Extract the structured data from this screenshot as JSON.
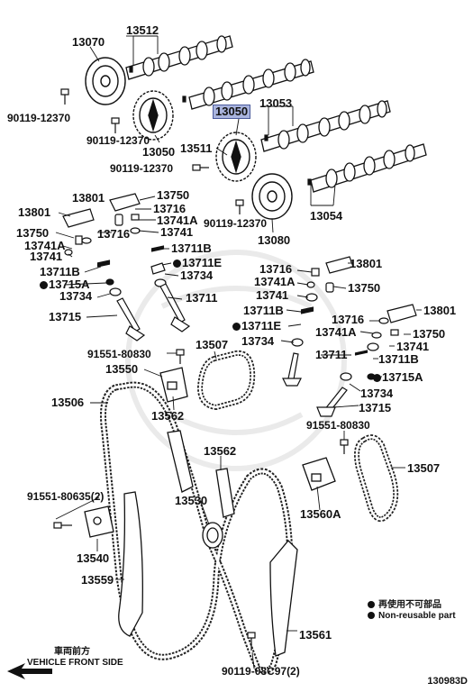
{
  "labels": {
    "p13070": "13070",
    "p13512": "13512",
    "p13050_hl": "13050",
    "p13053": "13053",
    "b90119_1": "90119-12370",
    "b90119_2": "90119-12370",
    "p13050_b": "13050",
    "p13511": "13511",
    "b90119_3": "90119-12370",
    "b90119_4": "90119-12370",
    "p13054": "13054",
    "p13080": "13080",
    "p13801_a": "13801",
    "p13750_a": "13750",
    "p13801_b": "13801",
    "p13716_a": "13716",
    "p13741A_a": "13741A",
    "p13750_b": "13750",
    "p13716_b": "13716",
    "p13741_a": "13741",
    "p13741A_b": "13741A",
    "p13741_b": "13741",
    "p13711B_a": "13711B",
    "p13711E_a": "13711E",
    "p13711B_b": "13711B",
    "p13734_a": "13734",
    "p13715A_a": "13715A",
    "p13734_b": "13734",
    "p13711_a": "13711",
    "p13715_a": "13715",
    "p13716_c": "13716",
    "p13801_c": "13801",
    "p13741A_c": "13741A",
    "p13750_c": "13750",
    "p13741_c": "13741",
    "p13711B_c": "13711B",
    "p13801_d": "13801",
    "p13711E_b": "13711E",
    "p13716_d": "13716",
    "p13741A_d": "13741A",
    "p13750_d": "13750",
    "p13734_c": "13734",
    "p13741_d": "13741",
    "p13711B_d": "13711B",
    "p13711_b": "13711",
    "p13715A_b": "13715A",
    "p13734_d": "13734",
    "p13715_b": "13715",
    "b91551_a": "91551-80830",
    "p13507_a": "13507",
    "p13550": "13550",
    "p13506": "13506",
    "p13562_a": "13562",
    "b91551_b": "91551-80830",
    "p13507_b": "13507",
    "p13562_b": "13562",
    "b91551_c": "91551-80635(2)",
    "p13530": "13530",
    "p13560A": "13560A",
    "p13540": "13540",
    "p13559": "13559",
    "p13561": "13561",
    "b90119_5": "90119-08C97(2)"
  },
  "legend": {
    "jp": "再使用不可部品",
    "en": "Non-reusable part"
  },
  "front": {
    "jp": "車両前方",
    "en": "VEHICLE FRONT SIDE"
  },
  "diagram_code": "130983D",
  "highlight_color": "#a9b4de"
}
